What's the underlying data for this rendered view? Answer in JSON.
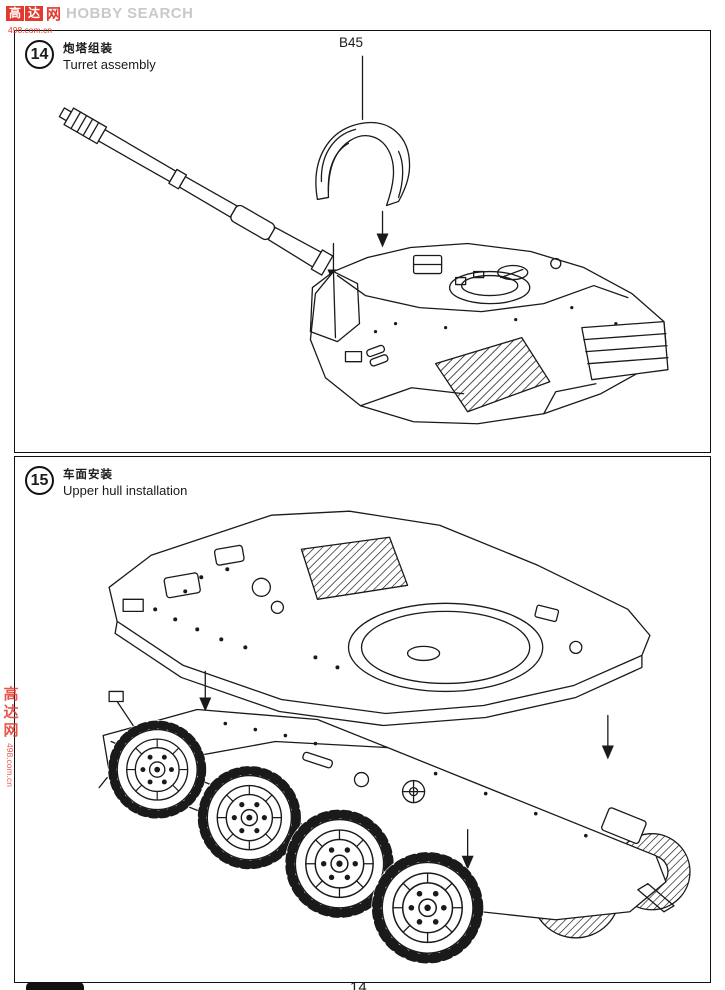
{
  "page": {
    "number": "14"
  },
  "watermark": {
    "char1": "高",
    "char2": "达",
    "char3": "网",
    "brand_en": "HOBBY SEARCH",
    "url": "498.com.cn",
    "side_text": "高达网",
    "side_url": "498.com.cn",
    "red": "#e23a2e",
    "gray": "#c9c9c9"
  },
  "steps": [
    {
      "number": "14",
      "title_cn": "炮塔组装",
      "title_en": "Turret assembly",
      "parts": [
        "B45"
      ]
    },
    {
      "number": "15",
      "title_cn": "车面安装",
      "title_en": "Upper hull installation",
      "parts": []
    }
  ]
}
